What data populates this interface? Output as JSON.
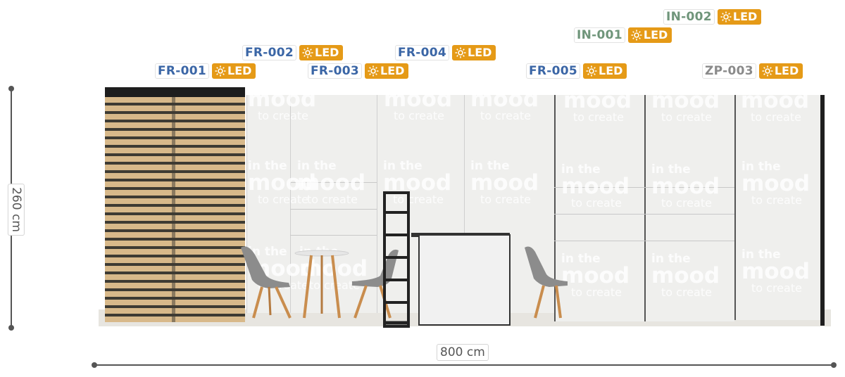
{
  "dimensions": {
    "height_label": "260 cm",
    "width_label": "800 cm"
  },
  "labels": [
    {
      "code": "FR-001",
      "badge": "LED",
      "color": "#3b66a6"
    },
    {
      "code": "FR-002",
      "badge": "LED",
      "color": "#3b66a6"
    },
    {
      "code": "FR-003",
      "badge": "LED",
      "color": "#3b66a6"
    },
    {
      "code": "FR-004",
      "badge": "LED",
      "color": "#3b66a6"
    },
    {
      "code": "FR-005",
      "badge": "LED",
      "color": "#3b66a6"
    },
    {
      "code": "IN-001",
      "badge": "LED",
      "color": "#6f957a"
    },
    {
      "code": "IN-002",
      "badge": "LED",
      "color": "#6f957a"
    },
    {
      "code": "ZP-003",
      "badge": "LED",
      "color": "#8a8a8a"
    }
  ],
  "watermark": {
    "line1": "in the",
    "line2": "mood",
    "line3": "to create"
  },
  "colors": {
    "led_badge": "#e59a17",
    "fr": "#3b66a6",
    "in": "#6f957a",
    "zp": "#8a8a8a",
    "slats": "#d8b98a"
  },
  "icons": {
    "led": "sun-icon"
  }
}
